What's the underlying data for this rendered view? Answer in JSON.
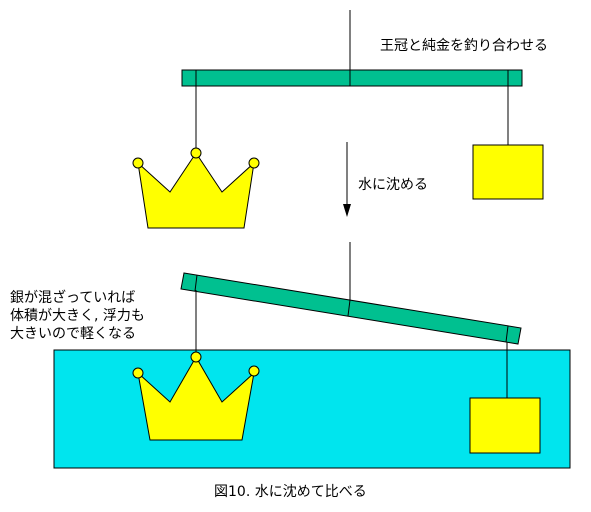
{
  "labels": {
    "balance_note": "王冠と純金を釣り合わせる",
    "submerge_note": "水に沈める",
    "explanation_line1": "銀が混ざっていれば",
    "explanation_line2": "体積が大きく, 浮力も",
    "explanation_line3": "大きいので軽くなる",
    "caption": "図10. 水に沈めて比べる"
  },
  "colors": {
    "beam": "#00c090",
    "water": "#00e5ee",
    "crown": "#ffff00",
    "gold_block": "#ffff00",
    "outline": "#000000"
  },
  "icons": {
    "crown": "crown-icon",
    "gold": "gold-block",
    "arrow": "arrow-down-icon"
  }
}
